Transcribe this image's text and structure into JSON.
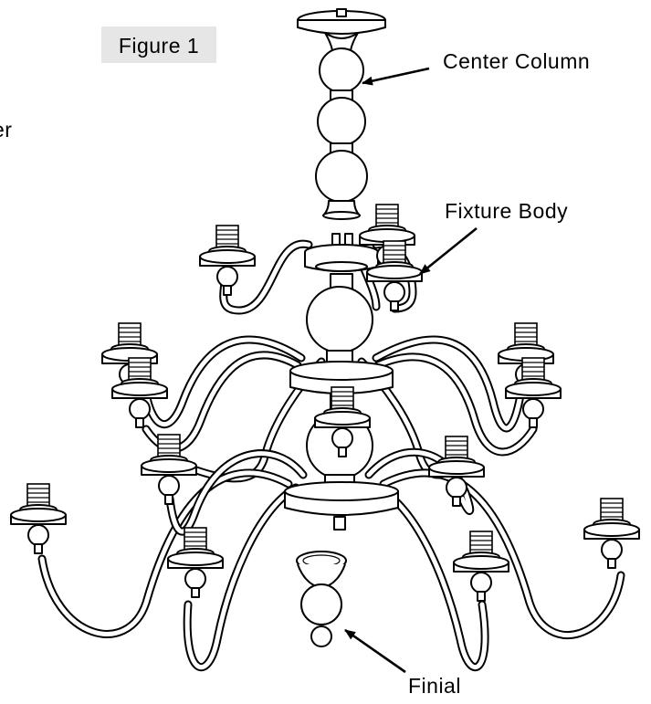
{
  "figure": {
    "label": "Figure 1",
    "badge_color": "#e6e6e6"
  },
  "callouts": {
    "center_column": "Center Column",
    "fixture_body": "Fixture Body",
    "finial": "Finial",
    "cut_off_text": "er"
  },
  "colors": {
    "line": "#000000",
    "background": "#ffffff"
  }
}
